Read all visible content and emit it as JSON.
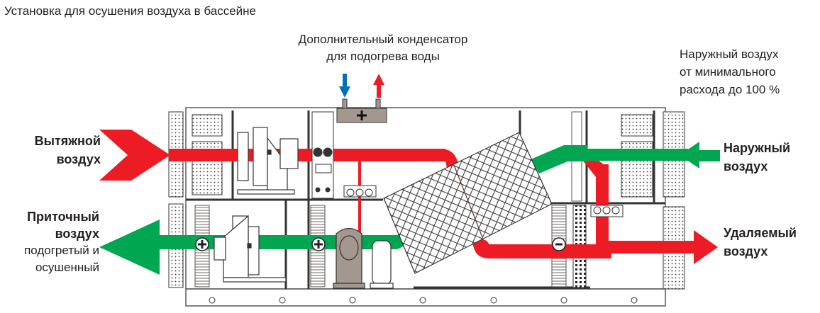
{
  "title": "Установка для осушения воздуха в бассейне",
  "condenser": {
    "line1": "Дополнительный конденсатор",
    "line2": "для подогрева воды"
  },
  "outside_air_note": {
    "line1": "Наружный воздух",
    "line2": "от минимального",
    "line3": "расхода до 100 %"
  },
  "exhaust_air": {
    "line1": "Вытяжной",
    "line2": "воздух"
  },
  "supply_air": {
    "line1": "Приточный",
    "line2": "воздух",
    "line3": "подогретый и",
    "line4": "осушенный"
  },
  "outdoor_air": {
    "line1": "Наружный",
    "line2": "воздух"
  },
  "removed_air": {
    "line1": "Удаляемый",
    "line2": "воздух"
  },
  "colors": {
    "warm": "#ed1c24",
    "fresh": "#00a650",
    "cold_water": "#0072bc",
    "equipment": "#a39790"
  }
}
